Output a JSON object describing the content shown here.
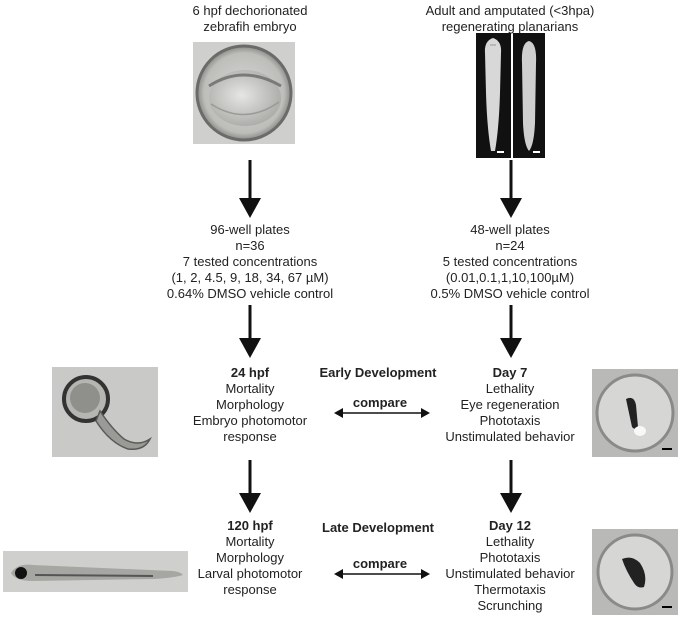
{
  "zebrafish": {
    "header": [
      "6 hpf dechorionated",
      "zebrafih embryo"
    ],
    "plates": "96-well plates",
    "n": "n=36",
    "tested": "7 tested concentrations",
    "concentrations": "(1, 2, 4.5, 9, 18, 34, 67 µM)",
    "vehicle": "0.64% DMSO vehicle control",
    "early": {
      "title": "24 hpf",
      "items": [
        "Mortality",
        "Morphology",
        "Embryo photomotor",
        "response"
      ]
    },
    "late": {
      "title": "120 hpf",
      "items": [
        "Mortality",
        "Morphology",
        "Larval photomotor",
        "response"
      ]
    }
  },
  "planarian": {
    "header": [
      "Adult and amputated (<3hpa)",
      "regenerating planarians"
    ],
    "plates": "48-well plates",
    "n": "n=24",
    "tested": "5 tested concentrations",
    "concentrations": "(0.01,0.1,1,10,100µM)",
    "vehicle": "0.5% DMSO vehicle control",
    "early": {
      "title": "Day 7",
      "items": [
        "Lethality",
        "Eye regeneration",
        "Phototaxis",
        "Unstimulated behavior"
      ]
    },
    "late": {
      "title": "Day 12",
      "items": [
        "Lethality",
        "Phototaxis",
        "Unstimulated behavior",
        "Thermotaxis",
        "Scrunching"
      ]
    }
  },
  "stages": {
    "early": "Early Development",
    "late": "Late Development"
  },
  "compare_label": "compare"
}
